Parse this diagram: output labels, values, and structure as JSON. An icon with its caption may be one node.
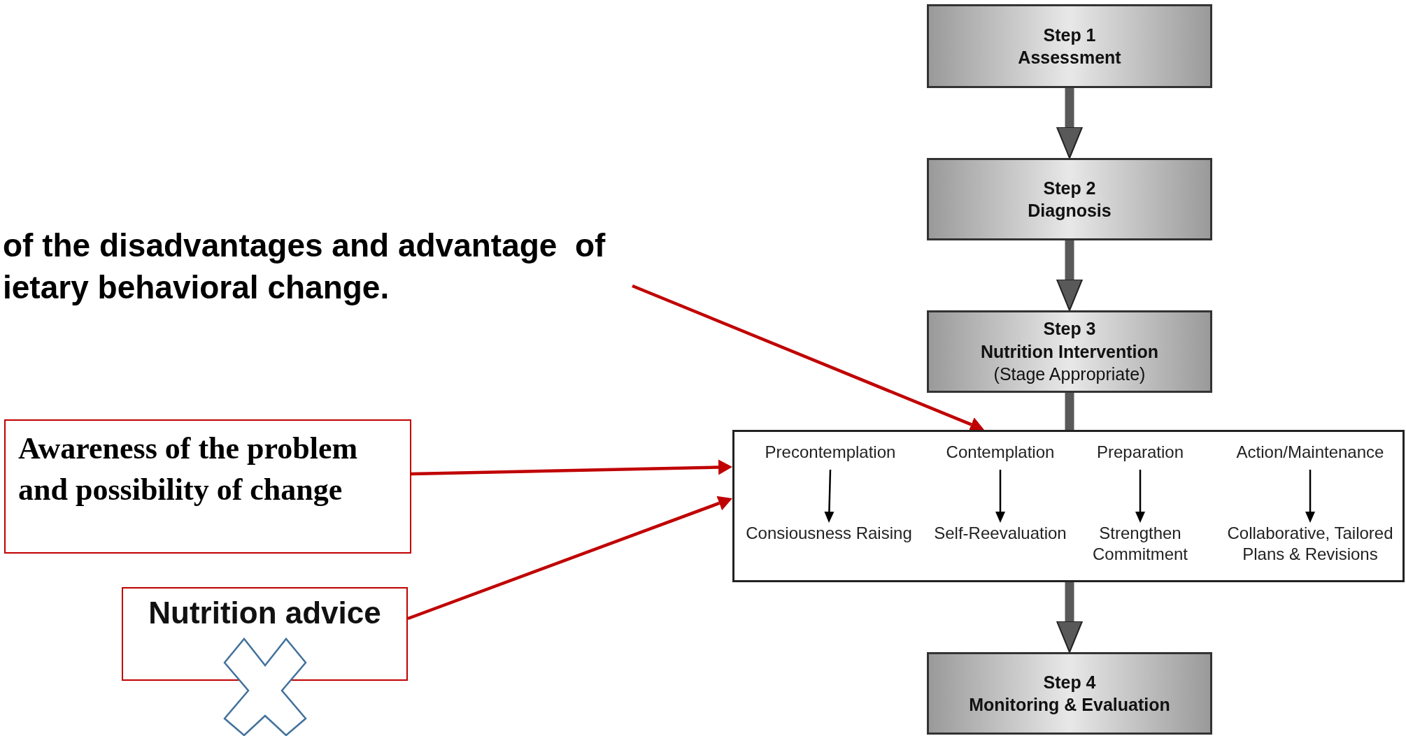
{
  "diagram": {
    "nodes": [
      {
        "text": [
          "Step 1",
          "Assessment"
        ]
      },
      {
        "text": [
          "Step 2",
          "Diagnosis"
        ]
      },
      {
        "text": [
          "Step 3",
          "Nutrition Intervention",
          "(Stage Appropriate)"
        ]
      },
      {
        "text": [],
        "shape": "box"
      },
      {
        "text": [
          "Precontemplation"
        ],
        "in": 3
      },
      {
        "text": [
          "Consiousness Raising"
        ],
        "in": 3
      },
      {
        "text": [
          "Contemplation"
        ],
        "in": 3
      },
      {
        "text": [
          "Self-Reevaluation"
        ],
        "in": 3
      },
      {
        "text": [
          "Preparation"
        ],
        "in": 3
      },
      {
        "text": [
          "Strengthen Commitment"
        ],
        "in": 3
      },
      {
        "text": [
          "Action/Maintenance"
        ],
        "in": 3
      },
      {
        "text": [
          "Collaborative, Tailored Plans & Revisions"
        ],
        "in": 3
      },
      {
        "text": [
          "Step 4",
          "Monitoring & Evaluation"
        ]
      },
      {
        "text": [
          "of the disadvantages and advantage  of ietary behavioral change."
        ]
      },
      {
        "text": [
          "Awareness of the problem and possibility of change"
        ]
      },
      {
        "text": [
          "Nutrition advice"
        ]
      }
    ],
    "edges": [
      {
        "from": 0,
        "to": 1,
        "arrow": "to",
        "style": "thick",
        "color": "#595959"
      },
      {
        "from": 1,
        "to": 2,
        "arrow": "to",
        "style": "thick",
        "color": "#595959"
      },
      {
        "from": 2,
        "to": 3,
        "arrow": "none",
        "style": "thick",
        "color": "#595959"
      },
      {
        "from": 4,
        "to": 5,
        "arrow": "to"
      },
      {
        "from": 6,
        "to": 7,
        "arrow": "to"
      },
      {
        "from": 8,
        "to": 9,
        "arrow": "to"
      },
      {
        "from": 10,
        "to": 11,
        "arrow": "to"
      },
      {
        "from": 3,
        "to": 12,
        "arrow": "to",
        "style": "thick",
        "color": "#595959"
      },
      {
        "from": 13,
        "to": 3,
        "arrow": "to",
        "color": "#c00000"
      },
      {
        "from": 14,
        "to": 3,
        "arrow": "to",
        "color": "#c00000"
      },
      {
        "from": 15,
        "to": 3,
        "arrow": "to",
        "color": "#c00000"
      }
    ]
  }
}
